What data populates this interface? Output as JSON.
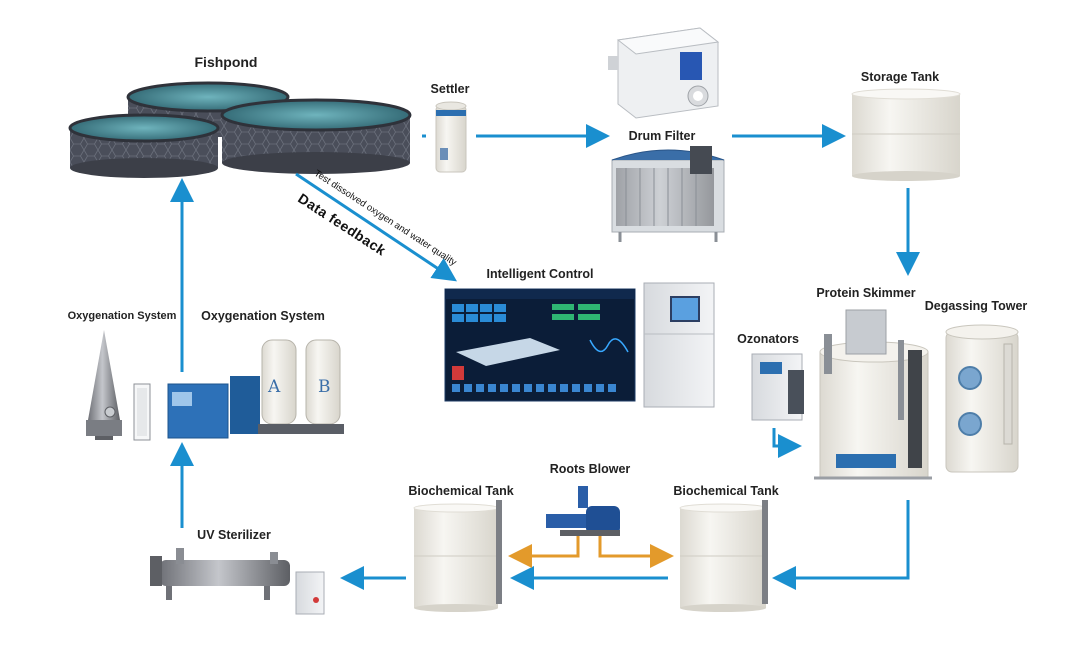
{
  "colors": {
    "flow_arrow": "#1a8fcf",
    "air_arrow": "#e39a2b",
    "tank_body": "#f1efe9",
    "pond_wall": "#4a4e5a",
    "pond_water": "#3d7f8a"
  },
  "labels": {
    "fishpond": "Fishpond",
    "settler": "Settler",
    "drum_filter": "Drum Filter",
    "storage_tank": "Storage Tank",
    "protein_skimmer": "Protein Skimmer",
    "degassing_tower": "Degassing Tower",
    "ozonators": "Ozonators",
    "intelligent_control": "Intelligent Control",
    "oxygenation_system_small": "Oxygenation System",
    "oxygenation_system": "Oxygenation System",
    "roots_blower": "Roots Blower",
    "biochemical_tank_left": "Biochemical Tank",
    "biochemical_tank_right": "Biochemical Tank",
    "uv_sterilizer": "UV Sterilizer",
    "test_note": "Test dissolved oxygen and water quality",
    "data_feedback": "Data feedback"
  },
  "generator": {
    "letter_a": "A",
    "letter_b": "B"
  }
}
